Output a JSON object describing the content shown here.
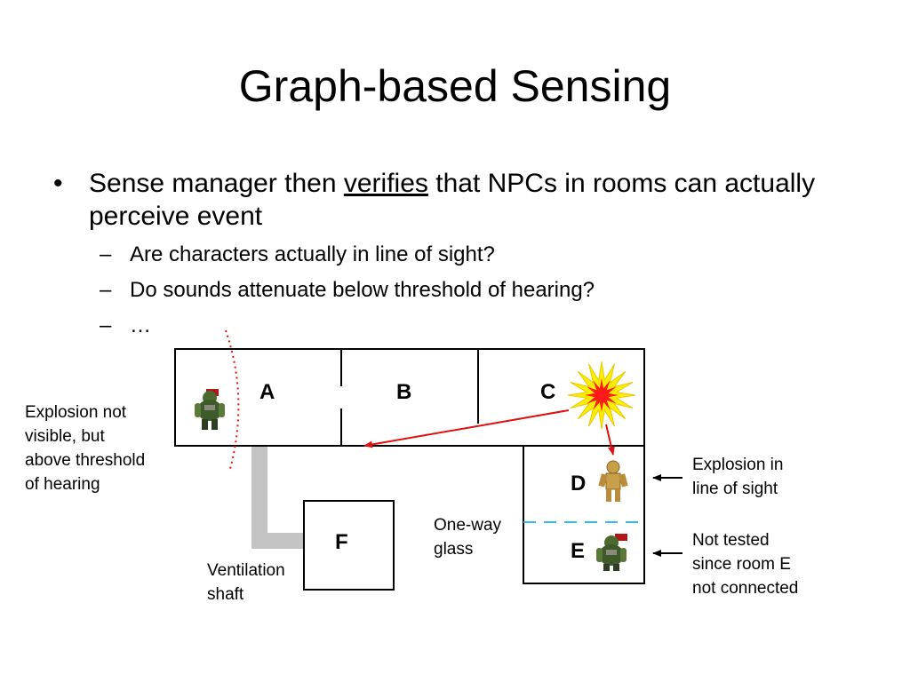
{
  "slide": {
    "title": "Graph-based Sensing",
    "bullet": {
      "marker": "•",
      "text_before": "Sense manager then ",
      "underlined": "verifies",
      "text_after": " that NPCs in rooms can actually perceive event"
    },
    "sub_bullets": [
      {
        "marker": "–",
        "text": "Are characters actually in line of sight?"
      },
      {
        "marker": "–",
        "text": "Do sounds attenuate below threshold of hearing?"
      },
      {
        "marker": "–",
        "text": "…"
      }
    ]
  },
  "diagram": {
    "rooms": {
      "a": "A",
      "b": "B",
      "c": "C",
      "d": "D",
      "e": "E",
      "f": "F"
    },
    "annotations": {
      "explosion_not_visible": [
        "Explosion not",
        "visible, but",
        "above threshold",
        "of hearing"
      ],
      "ventilation": [
        "Ventilation",
        "shaft"
      ],
      "one_way": [
        "One-way",
        "glass"
      ],
      "in_line_of_sight": [
        "Explosion in",
        "line of sight"
      ],
      "not_tested": [
        "Not tested",
        "since room E",
        "not connected"
      ]
    },
    "colors": {
      "walls": "#000000",
      "sound_arrow": "#e01010",
      "hearing_boundary": "#e01010",
      "one_way_glass": "#33bbee",
      "ventilation_shaft": "#c4c4c4",
      "explosion_outer": "#ffee00",
      "explosion_inner": "#ff1a1a",
      "npc_body": "#3e5a2a",
      "npc_observer": "#c9a04a"
    },
    "icons": [
      "explosion-icon",
      "orc-npc-icon",
      "wooden-npc-icon"
    ]
  }
}
